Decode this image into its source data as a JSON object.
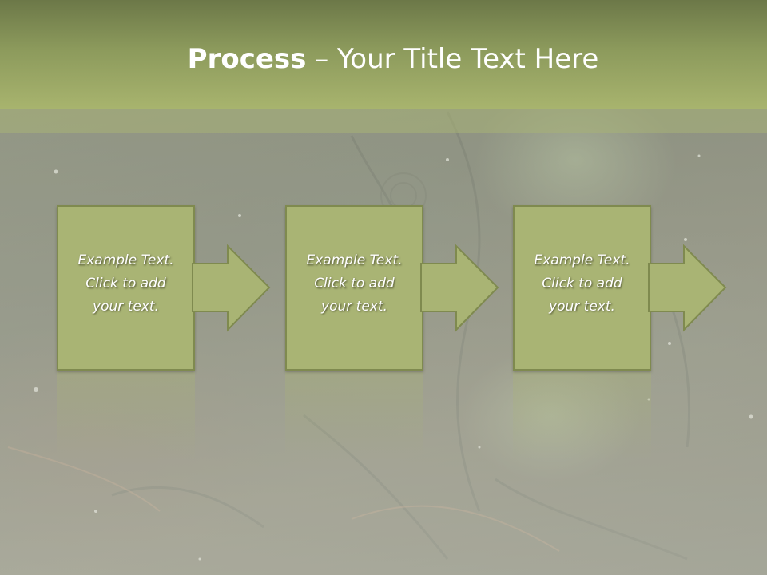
{
  "slide": {
    "title_bold": "Process",
    "title_separator": " – ",
    "title_rest": "Your Title Text Here",
    "steps": [
      {
        "line1": "Example Text.",
        "line2": "Click  to add",
        "line3": "your text."
      },
      {
        "line1": "Example Text.",
        "line2": "Click  to add",
        "line3": "your text."
      },
      {
        "line1": "Example Text.",
        "line2": "Click  to add",
        "line3": "your text."
      }
    ]
  },
  "colors": {
    "title_band": "#8c9a5c",
    "step_fill": "#a9b474",
    "step_border": "#7f8a4f",
    "text": "#ffffff"
  }
}
